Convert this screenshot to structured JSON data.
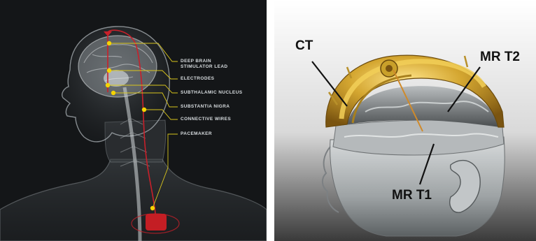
{
  "left_figure": {
    "labels": [
      {
        "id": "deep-brain-stimulator-lead",
        "text": "DEEP BRAIN\nSTIMULATOR LEAD"
      },
      {
        "id": "electrodes",
        "text": "ELECTRODES"
      },
      {
        "id": "subthalamic-nucleus",
        "text": "SUBTHALAMIC NUCLEUS"
      },
      {
        "id": "substantia-nigra",
        "text": "SUBSTANTIA NIGRA"
      },
      {
        "id": "connective-wires",
        "text": "CONNECTIVE WIRES"
      },
      {
        "id": "pacemaker",
        "text": "PACEMAKER"
      }
    ],
    "colors": {
      "background": "#141618",
      "leader": "#d9c51c",
      "marker": "#f5d400",
      "lead": "#c8202a",
      "device": "#c41e24"
    }
  },
  "right_figure": {
    "labels": [
      {
        "id": "ct",
        "text": "CT"
      },
      {
        "id": "mr-t2",
        "text": "MR T2"
      },
      {
        "id": "mr-t1",
        "text": "MR T1"
      }
    ],
    "colors": {
      "ct_layer": "#c9a02a",
      "leader": "#111111"
    }
  }
}
